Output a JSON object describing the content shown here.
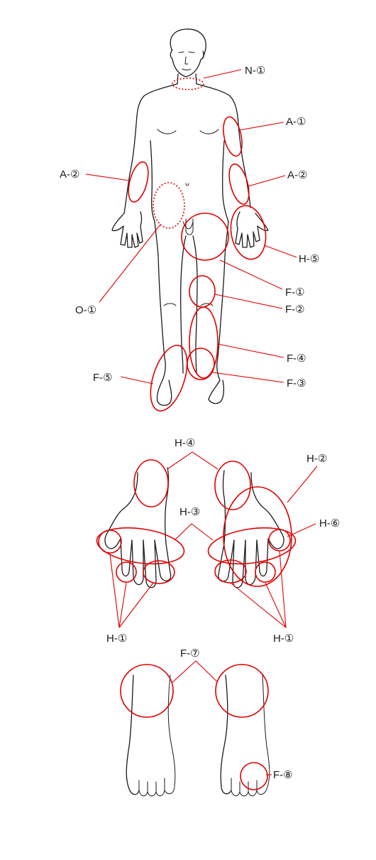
{
  "labels": {
    "n1": "N-①",
    "a1": "A-①",
    "a2_left": "A-②",
    "a2_right": "A-②",
    "h5": "H-⑤",
    "f1": "F-①",
    "o1": "O-①",
    "f2": "F-②",
    "f4": "F-④",
    "f5": "F-⑤",
    "f3": "F-③",
    "h4": "H-④",
    "h2": "H-②",
    "h3": "H-③",
    "h6": "H-⑥",
    "h1_left": "H-①",
    "h1_right": "H-①",
    "f7": "F-⑦",
    "f8": "F-⑧"
  },
  "colors": {
    "marker": "#e00000",
    "outline": "#1a1a1a"
  }
}
